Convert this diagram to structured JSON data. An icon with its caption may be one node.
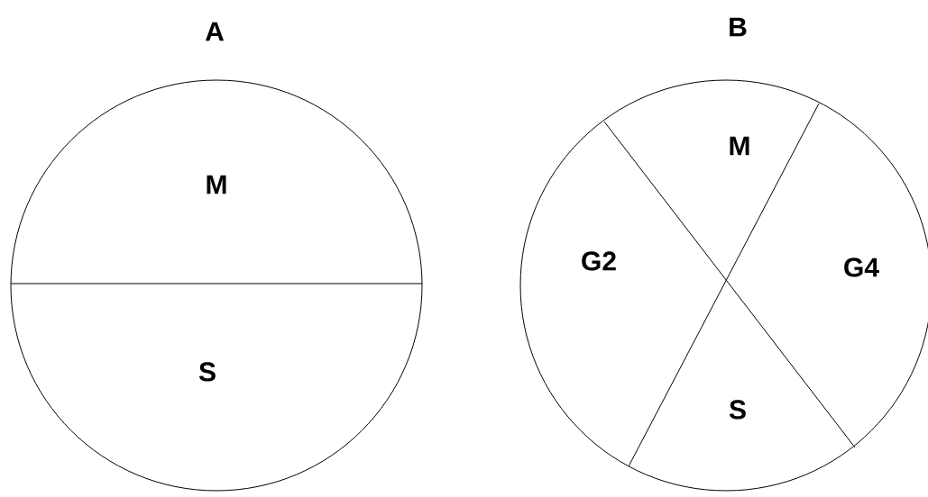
{
  "diagram": {
    "nodes": [
      {
        "text": [
          "A"
        ]
      },
      {
        "text": [
          "M"
        ],
        "in": 0
      },
      {
        "text": [
          "S"
        ],
        "in": 0
      },
      {
        "text": [
          "B"
        ]
      },
      {
        "text": [
          "M"
        ],
        "in": 3
      },
      {
        "text": [
          "G2"
        ],
        "in": 3
      },
      {
        "text": [
          "G4"
        ],
        "in": 3
      },
      {
        "text": [
          "S"
        ],
        "in": 3
      }
    ]
  }
}
